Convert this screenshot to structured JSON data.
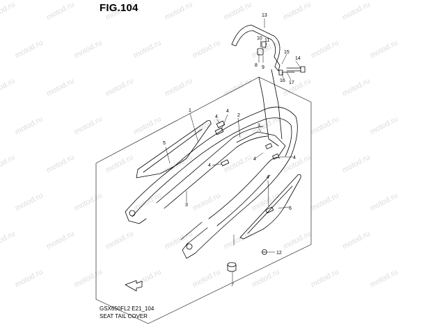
{
  "figure_label": "FIG.104",
  "model_code": "GSX650FL2 E21_104",
  "section_title": "SEAT TAIL COVER",
  "watermark_text": "motod.ru",
  "part_callouts": [
    {
      "id": "c1",
      "text": "1"
    },
    {
      "id": "c2",
      "text": "2"
    },
    {
      "id": "c3a",
      "text": "3"
    },
    {
      "id": "c3b",
      "text": "3"
    },
    {
      "id": "c4a",
      "text": "4"
    },
    {
      "id": "c4b",
      "text": "4"
    },
    {
      "id": "c4c",
      "text": "4"
    },
    {
      "id": "c4d",
      "text": "4"
    },
    {
      "id": "c4e",
      "text": "4"
    },
    {
      "id": "c4f",
      "text": "4"
    },
    {
      "id": "c5",
      "text": "5"
    },
    {
      "id": "c6",
      "text": "6"
    },
    {
      "id": "c7",
      "text": "7"
    },
    {
      "id": "c8",
      "text": "8"
    },
    {
      "id": "c9",
      "text": "9"
    },
    {
      "id": "c10",
      "text": "10"
    },
    {
      "id": "c11",
      "text": "11"
    },
    {
      "id": "c12",
      "text": "12"
    },
    {
      "id": "c13",
      "text": "13"
    },
    {
      "id": "c14",
      "text": "14"
    },
    {
      "id": "c15",
      "text": "15"
    },
    {
      "id": "c16",
      "text": "16"
    },
    {
      "id": "c17",
      "text": "17"
    }
  ],
  "colors": {
    "line": "#000000",
    "watermark": "#dcdcdc",
    "background": "#ffffff"
  },
  "icons": {
    "front_arrow": "front-direction-arrow-icon"
  }
}
